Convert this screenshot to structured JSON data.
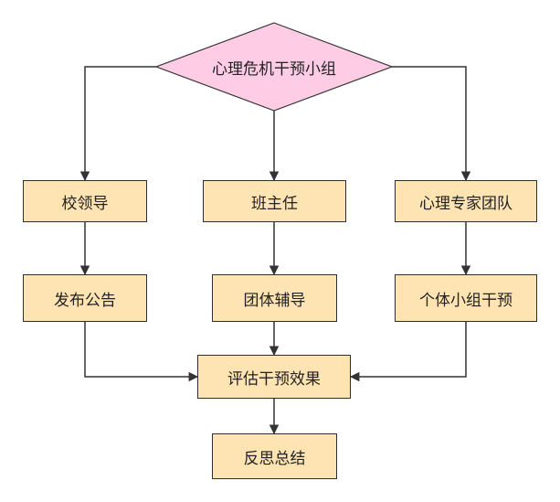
{
  "nodes": {
    "root": "心理危机干预小组",
    "school_leader": "校领导",
    "class_teacher": "班主任",
    "expert_team": "心理专家团队",
    "announcement": "发布公告",
    "group_counseling": "团体辅导",
    "individual_group": "个体小组干预",
    "evaluate": "评估干预效果",
    "reflect": "反思总结"
  },
  "colors": {
    "diamond_fill": "#ffcce6",
    "box_fill": "#ffe4b3",
    "line": "#333333"
  }
}
